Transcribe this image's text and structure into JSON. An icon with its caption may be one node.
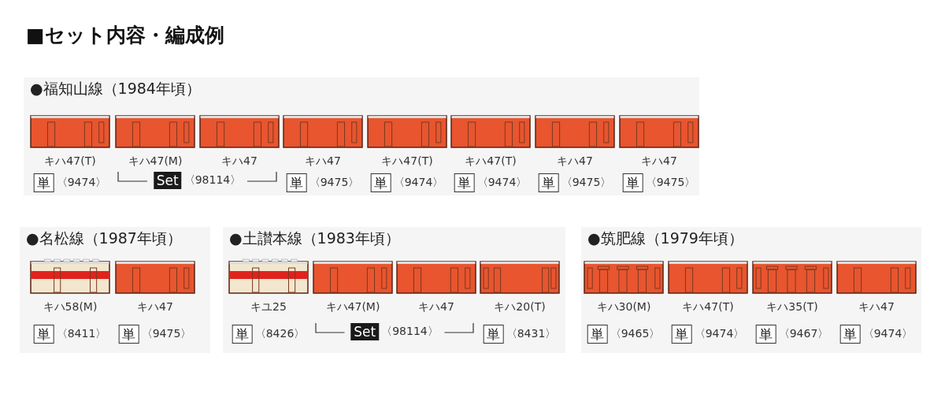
{
  "diagram": {
    "title": "■セット内容・編成例",
    "nodes": [
      {
        "text": [
          "●福知山線（1984年頃）"
        ]
      },
      {
        "text": [],
        "shape": "picture",
        "in": 0,
        "beside": [
          "キハ47(T)",
          "単",
          "〈9474〉"
        ]
      },
      {
        "text": [],
        "shape": "picture",
        "in": 0,
        "beside": [
          "キハ47(M)"
        ]
      },
      {
        "text": [],
        "shape": "picture",
        "in": 0,
        "beside": [
          "キハ47"
        ]
      },
      {
        "text": [],
        "shape": "picture",
        "in": 0,
        "beside": [
          "キハ47",
          "単",
          "〈9475〉"
        ]
      },
      {
        "text": [],
        "shape": "picture",
        "in": 0,
        "beside": [
          "キハ47(T)",
          "単",
          "〈9474〉"
        ]
      },
      {
        "text": [],
        "shape": "picture",
        "in": 0,
        "beside": [
          "キハ47(T)",
          "単",
          "〈9474〉"
        ]
      },
      {
        "text": [],
        "shape": "picture",
        "in": 0,
        "beside": [
          "キハ47",
          "単",
          "〈9475〉"
        ]
      },
      {
        "text": [],
        "shape": "picture",
        "in": 0,
        "beside": [
          "キハ47",
          "単",
          "〈9475〉"
        ]
      },
      {
        "text": [
          "●名松線（1987年頃）"
        ]
      },
      {
        "text": [],
        "shape": "picture",
        "in": 9,
        "beside": [
          "キハ58(M)",
          "単",
          "〈8411〉"
        ]
      },
      {
        "text": [],
        "shape": "picture",
        "in": 9,
        "beside": [
          "キハ47",
          "単",
          "〈9475〉"
        ]
      },
      {
        "text": [
          "●土讃本線（1983年頃）"
        ]
      },
      {
        "text": [],
        "shape": "picture",
        "in": 12,
        "beside": [
          "キユ25",
          "単",
          "〈8426〉"
        ]
      },
      {
        "text": [],
        "shape": "picture",
        "in": 12,
        "beside": [
          "キハ47(M)"
        ]
      },
      {
        "text": [],
        "shape": "picture",
        "in": 12,
        "beside": [
          "キハ47"
        ]
      },
      {
        "text": [],
        "shape": "picture",
        "in": 12,
        "beside": [
          "キハ20(T)",
          "単",
          "〈8431〉"
        ]
      },
      {
        "text": [
          "●筑肥線（1979年頃）"
        ]
      },
      {
        "text": [],
        "shape": "picture",
        "in": 17,
        "beside": [
          "キハ30(M)",
          "単",
          "〈9465〉"
        ]
      },
      {
        "text": [],
        "shape": "picture",
        "in": 17,
        "beside": [
          "キハ47(T)",
          "単",
          "〈9474〉"
        ]
      },
      {
        "text": [],
        "shape": "picture",
        "in": 17,
        "beside": [
          "キハ35(T)",
          "単",
          "〈9467〉"
        ]
      },
      {
        "text": [],
        "shape": "picture",
        "in": 17,
        "beside": [
          "キハ47",
          "単",
          "〈9474〉"
        ]
      }
    ],
    "edges": [],
    "labels": [
      "Set",
      "〈98114〉",
      "Set",
      "〈98114〉"
    ]
  }
}
